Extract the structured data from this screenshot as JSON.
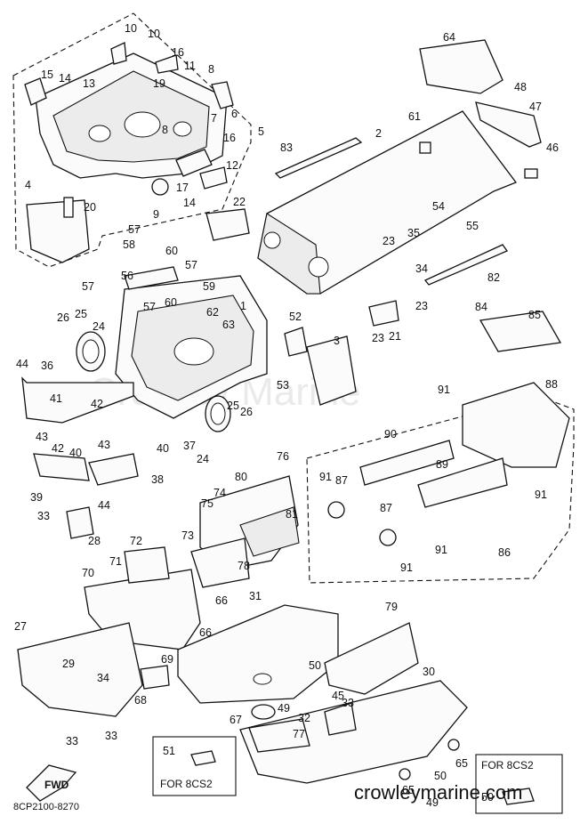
{
  "diagram": {
    "part_code": "8CP2100-8270",
    "watermark_center": "Crowley Marine",
    "watermark_bottom": "crowleymarine.com",
    "fwd_label": "FWD",
    "callout_boxes": [
      {
        "part_number": "51",
        "label": "FOR 8CS2"
      },
      {
        "part_number": "50",
        "label": "FOR 8CS2"
      }
    ],
    "group_brackets": [
      {
        "label": "5"
      },
      {
        "label": "86"
      }
    ],
    "labels": [
      {
        "text": "10"
      },
      {
        "text": "10"
      },
      {
        "text": "16"
      },
      {
        "text": "11"
      },
      {
        "text": "15"
      },
      {
        "text": "14"
      },
      {
        "text": "13"
      },
      {
        "text": "19"
      },
      {
        "text": "8"
      },
      {
        "text": "6"
      },
      {
        "text": "7"
      },
      {
        "text": "8"
      },
      {
        "text": "16"
      },
      {
        "text": "12"
      },
      {
        "text": "17"
      },
      {
        "text": "14"
      },
      {
        "text": "9"
      },
      {
        "text": "4"
      },
      {
        "text": "20"
      },
      {
        "text": "22"
      },
      {
        "text": "64"
      },
      {
        "text": "48"
      },
      {
        "text": "47"
      },
      {
        "text": "61"
      },
      {
        "text": "2"
      },
      {
        "text": "83"
      },
      {
        "text": "46"
      },
      {
        "text": "54"
      },
      {
        "text": "55"
      },
      {
        "text": "23"
      },
      {
        "text": "35"
      },
      {
        "text": "34"
      },
      {
        "text": "82"
      },
      {
        "text": "23"
      },
      {
        "text": "23"
      },
      {
        "text": "21"
      },
      {
        "text": "57"
      },
      {
        "text": "58"
      },
      {
        "text": "60"
      },
      {
        "text": "57"
      },
      {
        "text": "56"
      },
      {
        "text": "57"
      },
      {
        "text": "59"
      },
      {
        "text": "60"
      },
      {
        "text": "57"
      },
      {
        "text": "62"
      },
      {
        "text": "63"
      },
      {
        "text": "1"
      },
      {
        "text": "26"
      },
      {
        "text": "25"
      },
      {
        "text": "24"
      },
      {
        "text": "52"
      },
      {
        "text": "3"
      },
      {
        "text": "53"
      },
      {
        "text": "84"
      },
      {
        "text": "85"
      },
      {
        "text": "44"
      },
      {
        "text": "36"
      },
      {
        "text": "41"
      },
      {
        "text": "42"
      },
      {
        "text": "43"
      },
      {
        "text": "43"
      },
      {
        "text": "42"
      },
      {
        "text": "40"
      },
      {
        "text": "40"
      },
      {
        "text": "38"
      },
      {
        "text": "39"
      },
      {
        "text": "44"
      },
      {
        "text": "33"
      },
      {
        "text": "28"
      },
      {
        "text": "37"
      },
      {
        "text": "25"
      },
      {
        "text": "26"
      },
      {
        "text": "24"
      },
      {
        "text": "91"
      },
      {
        "text": "88"
      },
      {
        "text": "90"
      },
      {
        "text": "89"
      },
      {
        "text": "91"
      },
      {
        "text": "87"
      },
      {
        "text": "87"
      },
      {
        "text": "91"
      },
      {
        "text": "91"
      },
      {
        "text": "91"
      },
      {
        "text": "80"
      },
      {
        "text": "76"
      },
      {
        "text": "75"
      },
      {
        "text": "74"
      },
      {
        "text": "81"
      },
      {
        "text": "73"
      },
      {
        "text": "78"
      },
      {
        "text": "72"
      },
      {
        "text": "71"
      },
      {
        "text": "70"
      },
      {
        "text": "66"
      },
      {
        "text": "31"
      },
      {
        "text": "79"
      },
      {
        "text": "27"
      },
      {
        "text": "66"
      },
      {
        "text": "69"
      },
      {
        "text": "29"
      },
      {
        "text": "34"
      },
      {
        "text": "68"
      },
      {
        "text": "50"
      },
      {
        "text": "30"
      },
      {
        "text": "45"
      },
      {
        "text": "49"
      },
      {
        "text": "33"
      },
      {
        "text": "32"
      },
      {
        "text": "67"
      },
      {
        "text": "77"
      },
      {
        "text": "33"
      },
      {
        "text": "33"
      },
      {
        "text": "65"
      },
      {
        "text": "65"
      },
      {
        "text": "50"
      },
      {
        "text": "49"
      }
    ]
  }
}
